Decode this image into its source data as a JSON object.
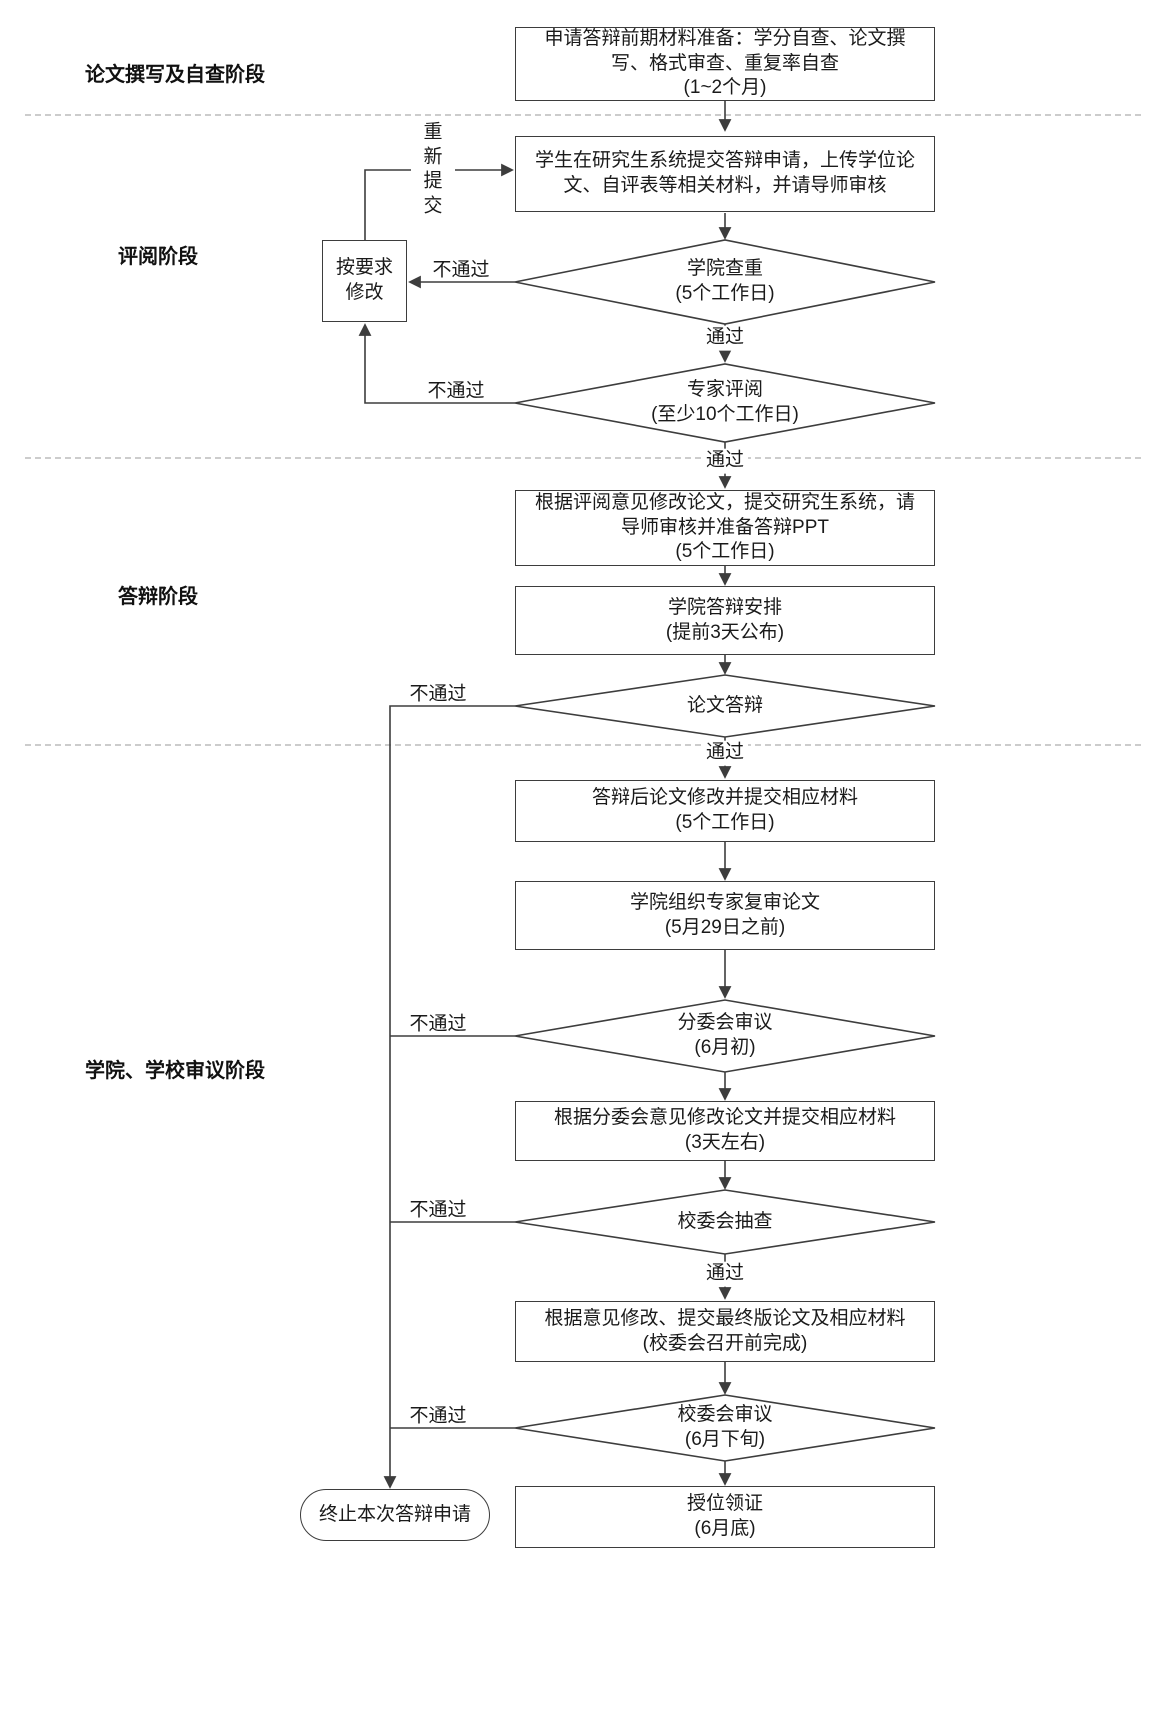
{
  "stage_labels": {
    "stage1": "论文撰写及自查阶段",
    "stage2": "评阅阶段",
    "stage3": "答辩阶段",
    "stage4": "学院、学校审议阶段"
  },
  "nodes": {
    "prep": {
      "text": "申请答辩前期材料准备：学分自查、论文撰写、格式审查、重复率自查",
      "sub": "(1~2个月)"
    },
    "submit_application": {
      "text": "学生在研究生系统提交答辩申请，上传学位论文、自评表等相关材料，并请导师审核"
    },
    "plagiarism_check": {
      "text": "学院查重",
      "sub": "(5个工作日)"
    },
    "expert_review": {
      "text": "专家评阅",
      "sub": "(至少10个工作日)"
    },
    "revise_as_required": {
      "text": "按要求修改"
    },
    "revise_after_review": {
      "text": "根据评阅意见修改论文，提交研究生系统，请导师审核并准备答辩PPT",
      "sub": "(5个工作日)"
    },
    "defense_schedule": {
      "text": "学院答辩安排",
      "sub": "(提前3天公布)"
    },
    "thesis_defense": {
      "text": "论文答辩"
    },
    "post_defense_revision": {
      "text": "答辩后论文修改并提交相应材料",
      "sub": "(5个工作日)"
    },
    "college_recheck": {
      "text": "学院组织专家复审论文",
      "sub": "(5月29日之前)"
    },
    "subcommittee_review": {
      "text": "分委会审议",
      "sub": "(6月初)"
    },
    "subcommittee_revision": {
      "text": "根据分委会意见修改论文并提交相应材料",
      "sub": "(3天左右)"
    },
    "university_committee_spotcheck": {
      "text": "校委会抽查"
    },
    "final_revision": {
      "text": "根据意见修改、提交最终版论文及相应材料",
      "sub": "(校委会召开前完成)"
    },
    "university_committee_review": {
      "text": "校委会审议",
      "sub": "(6月下旬)"
    },
    "degree_award": {
      "text": "授位领证",
      "sub": "(6月底)"
    },
    "terminate": {
      "text": "终止本次答辩申请"
    }
  },
  "edge_labels": {
    "pass": "通过",
    "fail": "不通过",
    "resubmit": "重新提交"
  }
}
